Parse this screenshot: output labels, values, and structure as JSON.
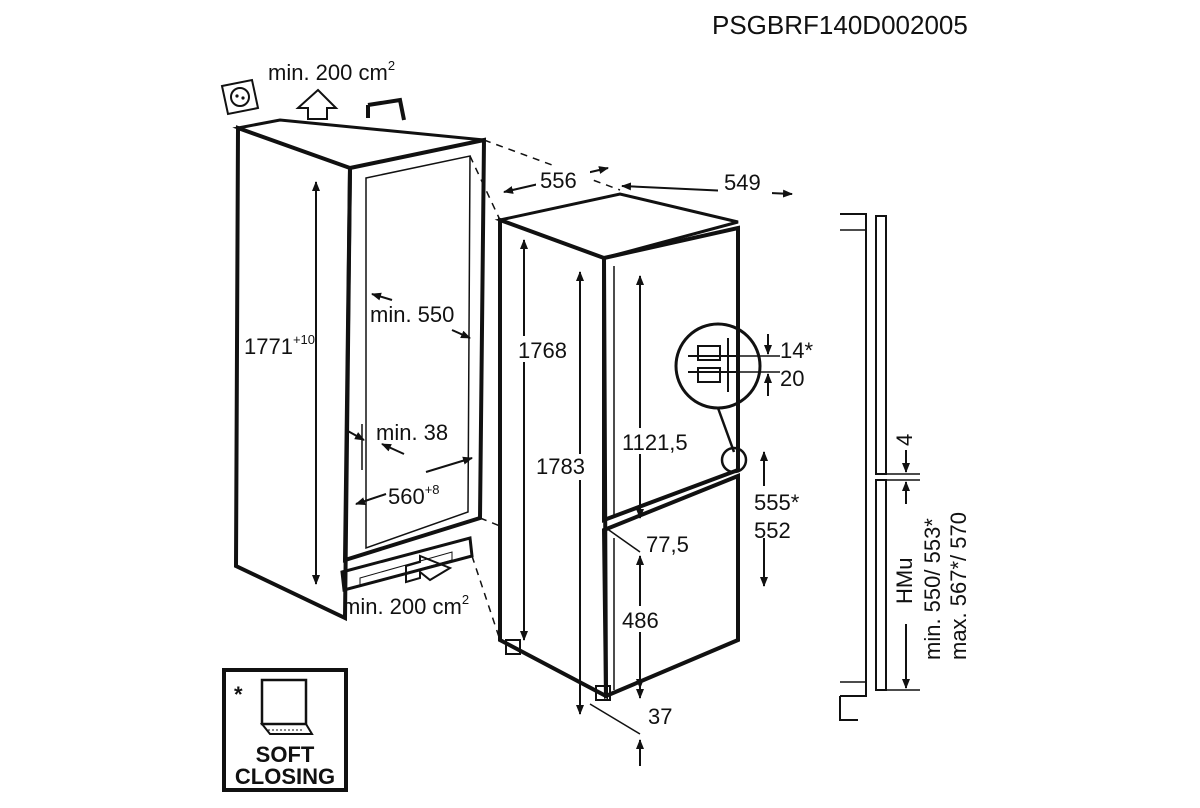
{
  "model_code": "PSGBRF140D002005",
  "ventilation": {
    "top": "min. 200 cm",
    "bottom": "min. 200 cm",
    "unit_sup": "2"
  },
  "niche": {
    "height": "1771",
    "height_tol": "+10",
    "depth": "min. 550",
    "gap": "min. 38",
    "width": "560",
    "width_tol": "+8"
  },
  "appliance": {
    "width": "556",
    "depth": "549",
    "height": "1768",
    "height_total": "1783",
    "upper_door": "1121,5",
    "hinge_a": "14*",
    "hinge_b": "20",
    "lower_gap": "77,5",
    "lower_door": "486",
    "plinth": "37",
    "mid_a": "555*",
    "mid_b": "552"
  },
  "side_view": {
    "gap": "4",
    "hmu": "HMu",
    "min_line": "min. 550/ 553*",
    "max_line": "max. 567*/ 570"
  },
  "soft_closing": {
    "asterisk": "*",
    "line1": "SOFT",
    "line2": "CLOSING"
  }
}
